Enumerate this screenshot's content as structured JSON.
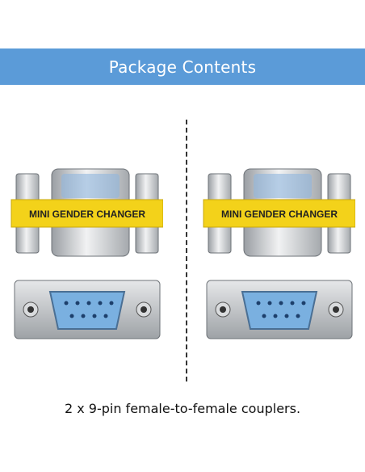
{
  "banner": {
    "title": "Package Contents"
  },
  "products": [
    {
      "band_label": "MINI GENDER CHANGER"
    },
    {
      "band_label": "MINI GENDER CHANGER"
    }
  ],
  "caption": "2 x 9-pin female-to-female couplers.",
  "colors": {
    "banner": "#5b9bd8",
    "band": "#f3d21a",
    "port": "#7ab0e0"
  }
}
